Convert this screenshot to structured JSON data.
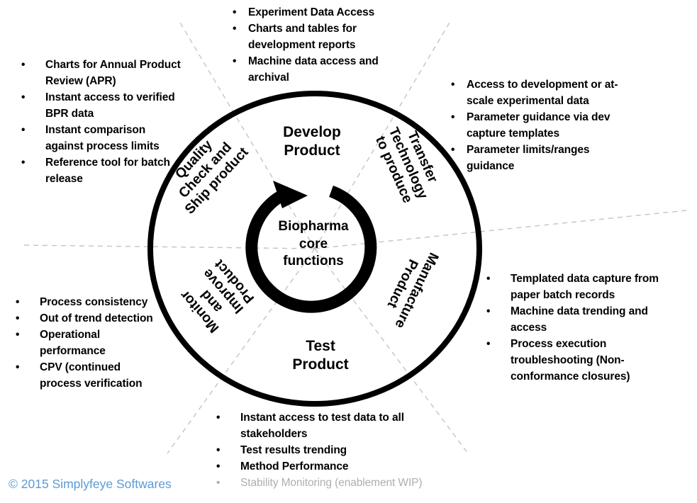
{
  "diagram": {
    "center_label": "Biopharma\ncore\nfunctions",
    "headings": {
      "develop": "Develop\nProduct",
      "test": "Test\nProduct"
    },
    "spokes": {
      "quality": "Quality\nCheck and\nShip product",
      "transfer": "Transfer\nTechnology\nto produce",
      "manufacture": "Manufacture\nProduct",
      "monitor": "Monitor\nand\nImprove\nProduct"
    },
    "colors": {
      "stroke": "#000000",
      "dashed_guide": "#c4c4c4",
      "text": "#000000",
      "dim_text": "#aeaeae",
      "copyright": "#5b9bd5",
      "background": "#ffffff"
    }
  },
  "callouts": {
    "quality_check_ship": {
      "bullet_glyph": "•",
      "items": [
        "Charts for Annual Product Review (APR)",
        "Instant access to verified BPR data",
        "Instant comparison against process limits",
        "Reference tool for batch release"
      ]
    },
    "develop_product": {
      "bullet_glyph": "•",
      "items": [
        "Experiment Data Access",
        "Charts and tables for development reports",
        "Machine data access and archival"
      ]
    },
    "transfer_technology": {
      "bullet_glyph": "•",
      "items": [
        "Access to development or at-scale experimental data",
        "Parameter guidance via dev capture templates",
        "Parameter limits/ranges guidance"
      ]
    },
    "manufacture_product": {
      "bullet_glyph": "•",
      "items": [
        "Templated data capture from paper batch records",
        "Machine data trending and access",
        "Process execution troubleshooting (Non-conformance closures)"
      ]
    },
    "test_product": {
      "bullet_glyph": "•",
      "items": [
        "Instant access to test data to all stakeholders",
        "Test results trending",
        "Method Performance"
      ],
      "dimmed_items": [
        "Stability Monitoring (enablement WIP)"
      ]
    },
    "monitor_improve": {
      "bullet_glyph": "•",
      "items": [
        "Process consistency",
        "Out of trend detection",
        "Operational performance",
        "CPV (continued process verification"
      ]
    }
  },
  "footer": {
    "copyright": "© 2015 Simplyfeye Softwares"
  }
}
